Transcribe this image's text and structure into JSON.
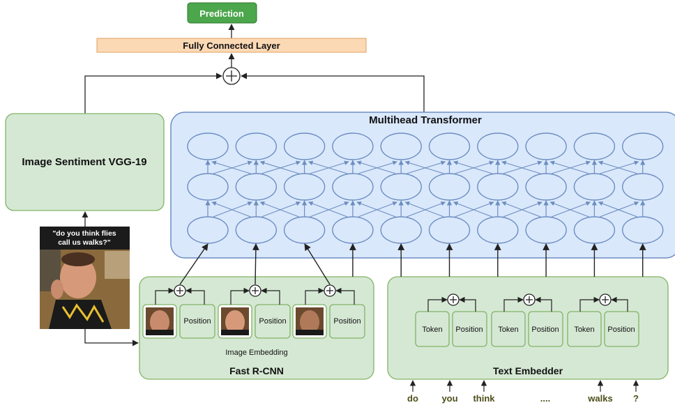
{
  "prediction": {
    "label": "Prediction"
  },
  "fc_layer": {
    "label": "Fully Connected Layer"
  },
  "image_sentiment": {
    "label": "Image Sentiment VGG-19"
  },
  "transformer": {
    "title": "Multihead Transformer"
  },
  "meme": {
    "caption_line1": "\"do you think flies",
    "caption_line2": "call us walks?\""
  },
  "fast_rcnn": {
    "title": "Fast R-CNN",
    "subtitle": "Image Embedding",
    "position_label": "Position"
  },
  "text_embedder": {
    "title": "Text Embedder",
    "token_label": "Token",
    "position_label": "Position"
  },
  "tokens": [
    "do",
    "you",
    "think",
    "....",
    "walks",
    "?"
  ],
  "colors": {
    "prediction_fill": "#4ca64c",
    "fc_fill": "#fcd9b5",
    "fc_stroke": "#e0a060",
    "green_fill": "#d5e8d4",
    "green_stroke": "#82b366",
    "blue_fill": "#dae8fc",
    "blue_stroke": "#6c8ebf",
    "token_text": "#4d4d1a"
  }
}
